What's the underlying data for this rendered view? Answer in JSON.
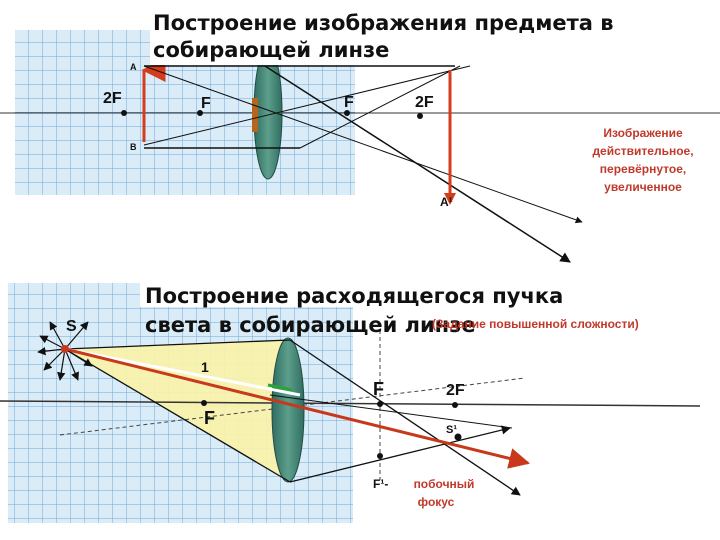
{
  "top": {
    "title_line1": "Построение изображения  предмета в",
    "title_line2": "собирающей линзе",
    "point_a": "A",
    "point_b": "B",
    "label_2f_left": "2F",
    "label_f_left": "F",
    "label_f_right": "F",
    "label_2f_right": "2F",
    "label_a1": "A¹",
    "description": [
      "Изображение",
      "действительное,",
      "перевёрнутое,",
      "увеличенное"
    ],
    "colors": {
      "arrow": "#d43c1c",
      "lens": "#3e7d6a",
      "text_red": "#c0392b"
    }
  },
  "bottom": {
    "title_line1": "Построение расходящегося пучка",
    "title_line2": "света в собирающей линзе",
    "subtitle": "(Задание повышенной сложности)",
    "label_s": "S",
    "label_1": "1",
    "label_f_upper": "F",
    "label_f_lower": "F",
    "label_2f": "2F",
    "label_s1": "S¹",
    "label_f1": "F¹-",
    "focus_caption": [
      "побочный",
      "фокус"
    ],
    "colors": {
      "beam": "#fbf3a8",
      "main_ray": "#c8391c",
      "secondary_axis": "#2aa43a"
    }
  }
}
